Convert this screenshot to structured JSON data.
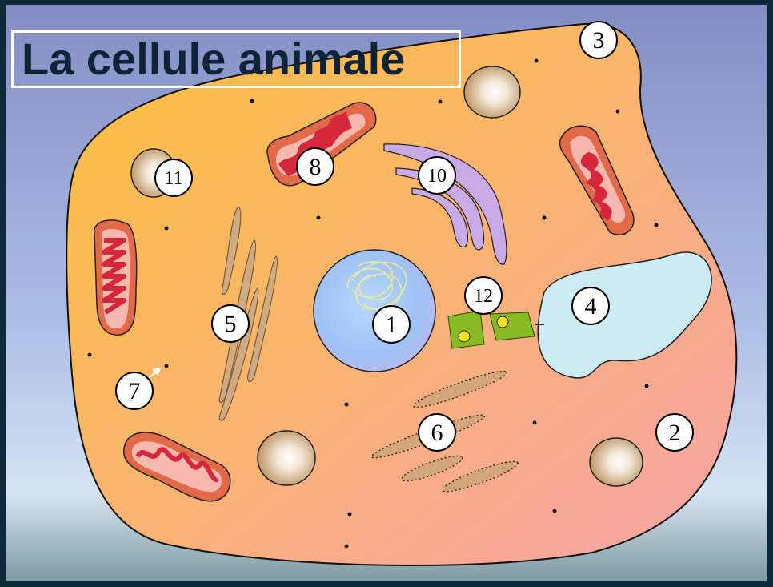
{
  "title": "La cellule animale",
  "labels": {
    "nucleus": "1",
    "cytoplasm": "2",
    "membrane": "3",
    "vacuole": "4",
    "filaments": "5",
    "rough_er": "6",
    "ribosome": "7",
    "mito_top": "8",
    "golgi": "10",
    "lysosome": "11",
    "centrioles": "12"
  },
  "colors": {
    "background_top": "#8a93c8",
    "background_bottom": "#cfe0f0",
    "cytoplasm_warm": "#fbbf45",
    "cytoplasm_pink": "#f7a8a4",
    "mitochondria_outer": "#e06a4a",
    "mitochondria_inner": "#f7b8b0",
    "mitochondria_fold": "#d42a35",
    "nucleus": "#a8c8f8",
    "vacuole": "#c9ecf2",
    "golgi": "#c8a8e8",
    "centriole": "#88bb22",
    "frame": "#0e2a3a"
  }
}
